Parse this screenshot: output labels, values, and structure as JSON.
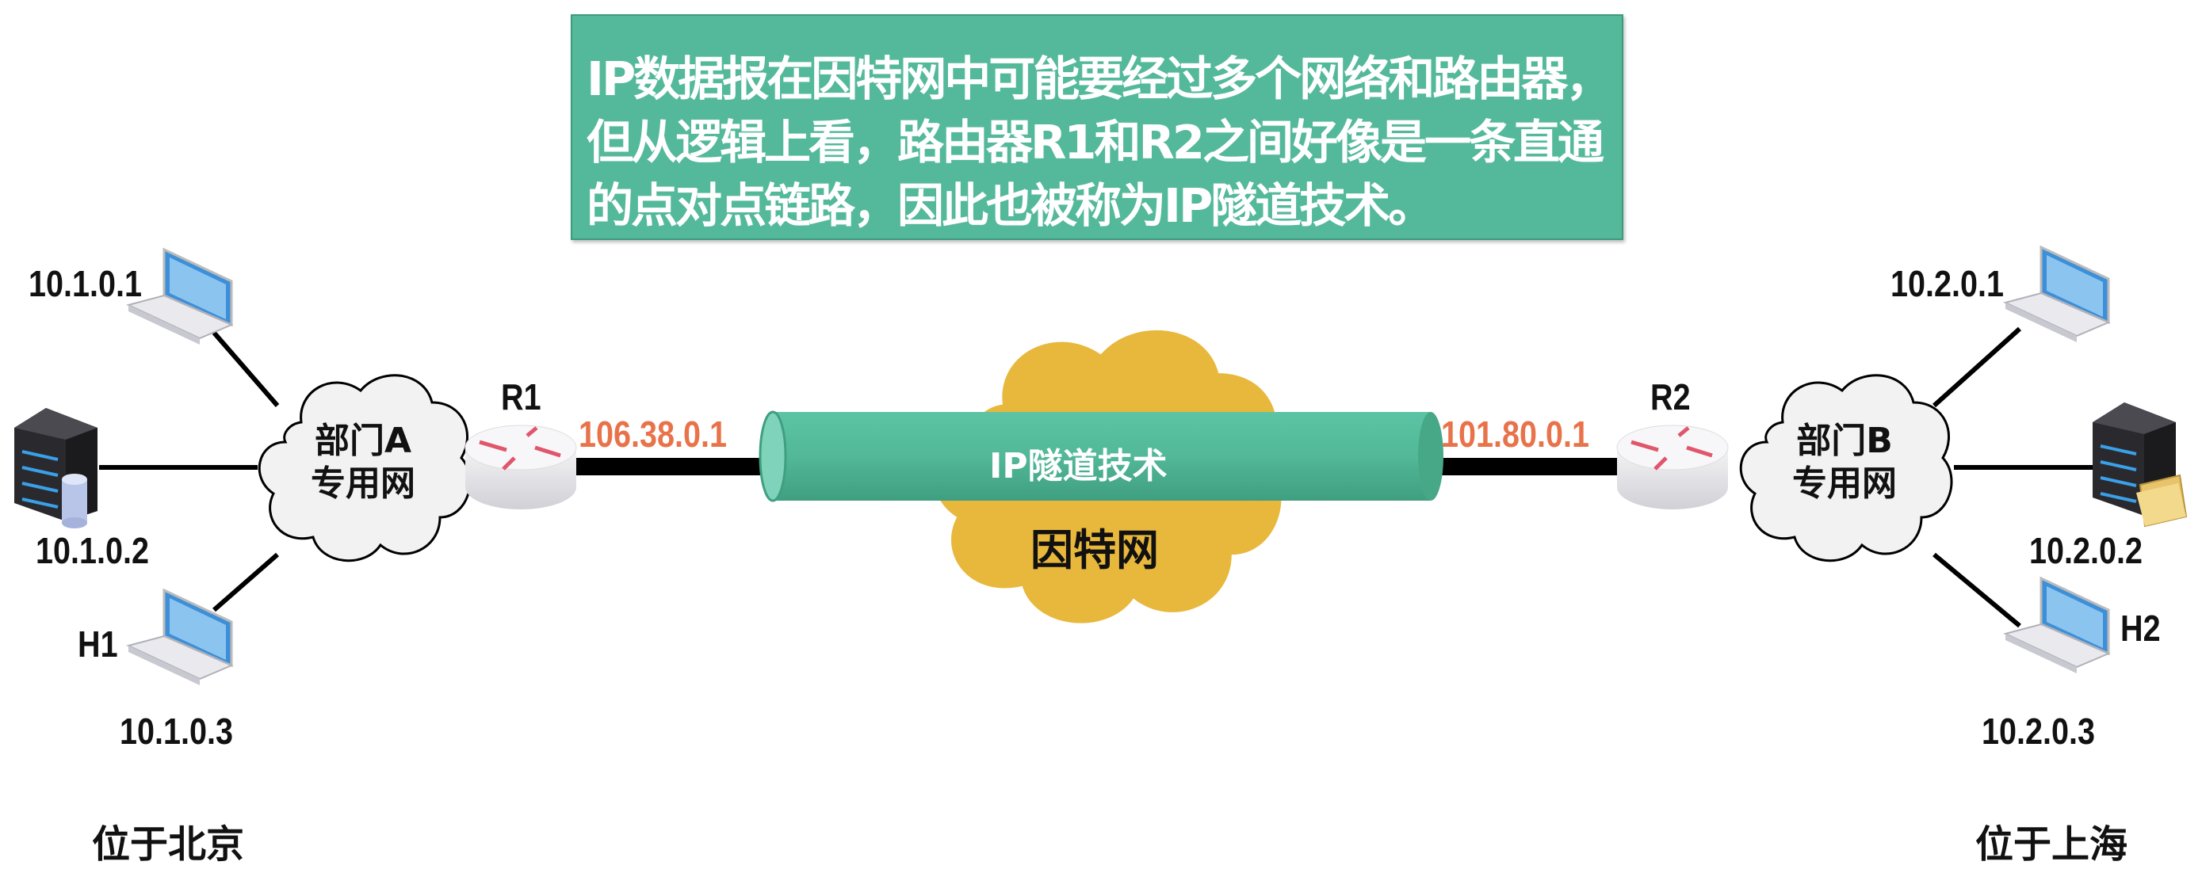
{
  "note": "IP数据报在因特网中可能要经过多个网络和路由器，但从逻辑上看，路由器R1和R2之间好像是一条直通的点对点链路，因此也被称为IP隧道技术。",
  "left": {
    "network": [
      "部门A",
      "专用网"
    ],
    "router": "R1",
    "router_ip": "106.38.0.1",
    "hosts": {
      "top": "10.1.0.1",
      "server": "10.1.0.2",
      "bottom_name": "H1",
      "bottom": "10.1.0.3"
    },
    "location": "位于北京"
  },
  "right": {
    "network": [
      "部门B",
      "专用网"
    ],
    "router": "R2",
    "router_ip": "101.80.0.1",
    "hosts": {
      "top": "10.2.0.1",
      "server": "10.2.0.2",
      "bottom_name": "H2",
      "bottom": "10.2.0.3"
    },
    "location": "位于上海"
  },
  "tunnel": {
    "label": "IP隧道技术"
  },
  "internet": {
    "label": "因特网"
  },
  "colors": {
    "note_bg": "#54b99b",
    "tunnel": "#54b99b",
    "internet": "#e8b83c",
    "ip_text": "#e8734a"
  }
}
